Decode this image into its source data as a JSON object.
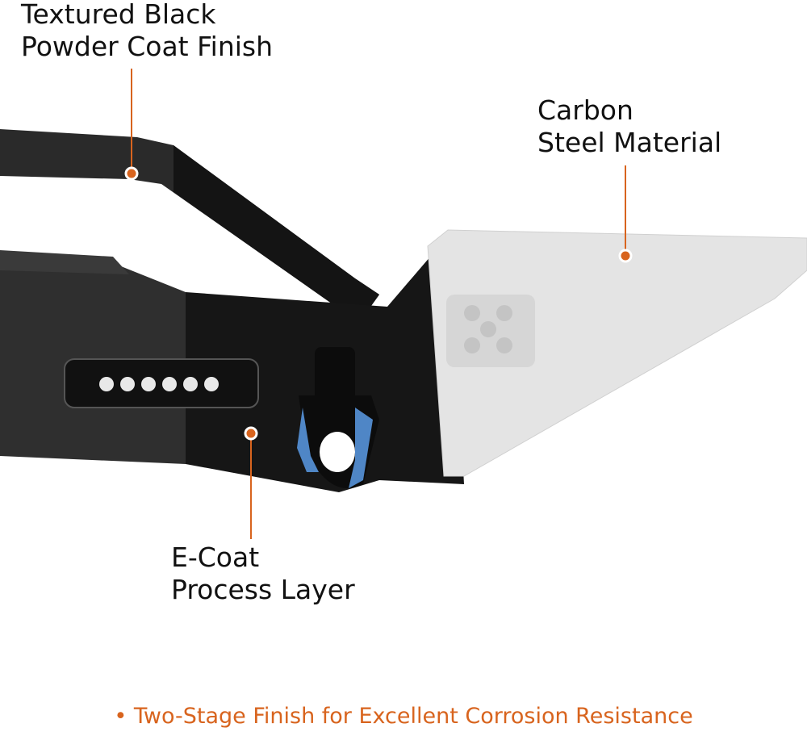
{
  "callouts": {
    "powder_coat": {
      "line1": "Textured Black",
      "line2": "Powder Coat Finish"
    },
    "carbon_steel": {
      "line1": "Carbon",
      "line2": "Steel Material"
    },
    "ecoat": {
      "line1": "E-Coat",
      "line2": "Process Layer"
    }
  },
  "footer": {
    "bullet": "•",
    "text": "Two-Stage Finish for Excellent Corrosion Resistance"
  },
  "colors": {
    "accent": "#d8641e",
    "bumper_dark": "#1c1c1c",
    "bumper_mid": "#2c2c2c",
    "steel_ghost": "#e4e4e4",
    "shackle_blue": "#4f86c6"
  }
}
